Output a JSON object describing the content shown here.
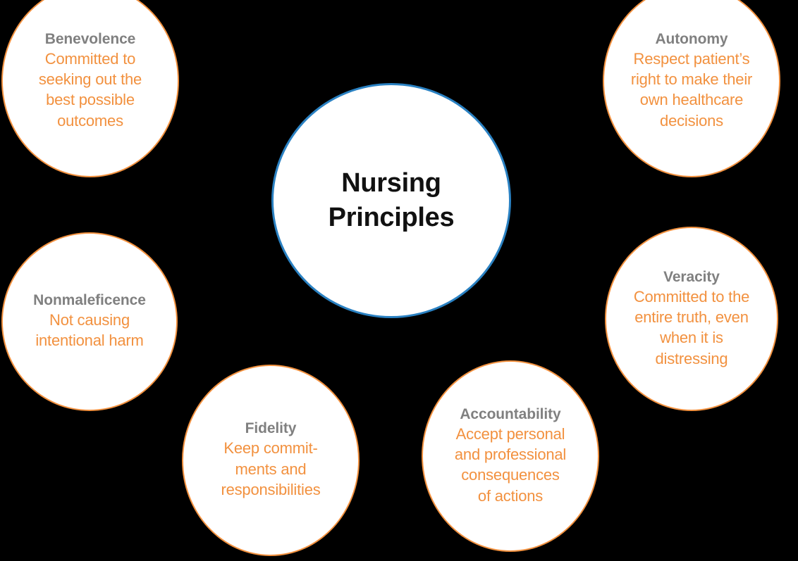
{
  "diagram": {
    "title": "Nursing Principles",
    "colors": {
      "background": "#000000",
      "bubble_fill": "#ffffff",
      "outer_ring": "#f2913f",
      "center_ring": "#2a81c2",
      "heading_text": "#808080",
      "body_text": "#f2913f",
      "center_text": "#111111"
    },
    "center": {
      "label": "Nursing\nPrinciples"
    },
    "nodes": [
      {
        "id": "benevolence",
        "title": "Benevolence",
        "body": "Committed to\nseeking out the\nbest possible\noutcomes"
      },
      {
        "id": "autonomy",
        "title": "Autonomy",
        "body": "Respect patient’s\nright to make their\nown healthcare\ndecisions"
      },
      {
        "id": "nonmaleficence",
        "title": "Nonmaleficence",
        "body": "Not causing\nintentional harm"
      },
      {
        "id": "veracity",
        "title": "Veracity",
        "body": "Committed to the\nentire truth, even\nwhen it is\ndistressing"
      },
      {
        "id": "fidelity",
        "title": "Fidelity",
        "body": "Keep commit-\nments and\nresponsibilities"
      },
      {
        "id": "accountability",
        "title": "Accountability",
        "body": "Accept personal\nand professional\nconsequences\nof actions"
      }
    ]
  }
}
